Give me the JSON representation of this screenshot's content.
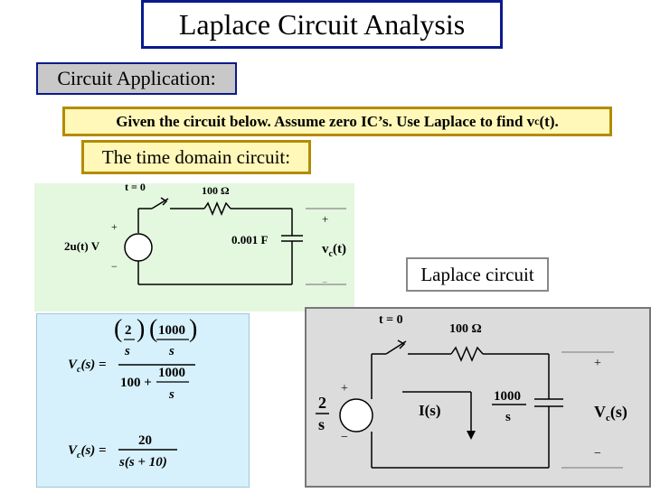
{
  "title": "Laplace Circuit Analysis",
  "section_label": "Circuit Application:",
  "given": {
    "text": "Given the circuit below.  Assume zero IC’s.  Use Laplace to find v",
    "sub": "c",
    "end": "(t)."
  },
  "time_domain_label": "The time domain circuit:",
  "laplace_label": "Laplace circuit",
  "time_circuit": {
    "switch_label": "t = 0",
    "resistor_label": "100 Ω",
    "source_label": "2u(t) V",
    "capacitor_label": "0.001 F",
    "output_v": "v",
    "output_sub": "c",
    "output_end": "(t)",
    "plus": "+",
    "minus": "−"
  },
  "laplace_circuit": {
    "switch_label": "t = 0",
    "resistor_label": "100 Ω",
    "source_num": "2",
    "source_den": "s",
    "current_label": "I(s)",
    "cap_num": "1000",
    "cap_den": "s",
    "output_v": "V",
    "output_sub": "c",
    "output_end": "(s)",
    "plus": "+",
    "minus": "−"
  },
  "equations": {
    "lhs_v": "V",
    "lhs_sub": "c",
    "lhs_arg": "(s) =",
    "eq1_num_a": "2",
    "eq1_num_b": "1000",
    "eq1_den_a": "s",
    "eq1_den_b": "s",
    "eq1_denom_100": "100 +",
    "eq1_denom_num": "1000",
    "eq1_denom_den": "s",
    "eq2_num": "20",
    "eq2_den": "s(s + 10)"
  }
}
